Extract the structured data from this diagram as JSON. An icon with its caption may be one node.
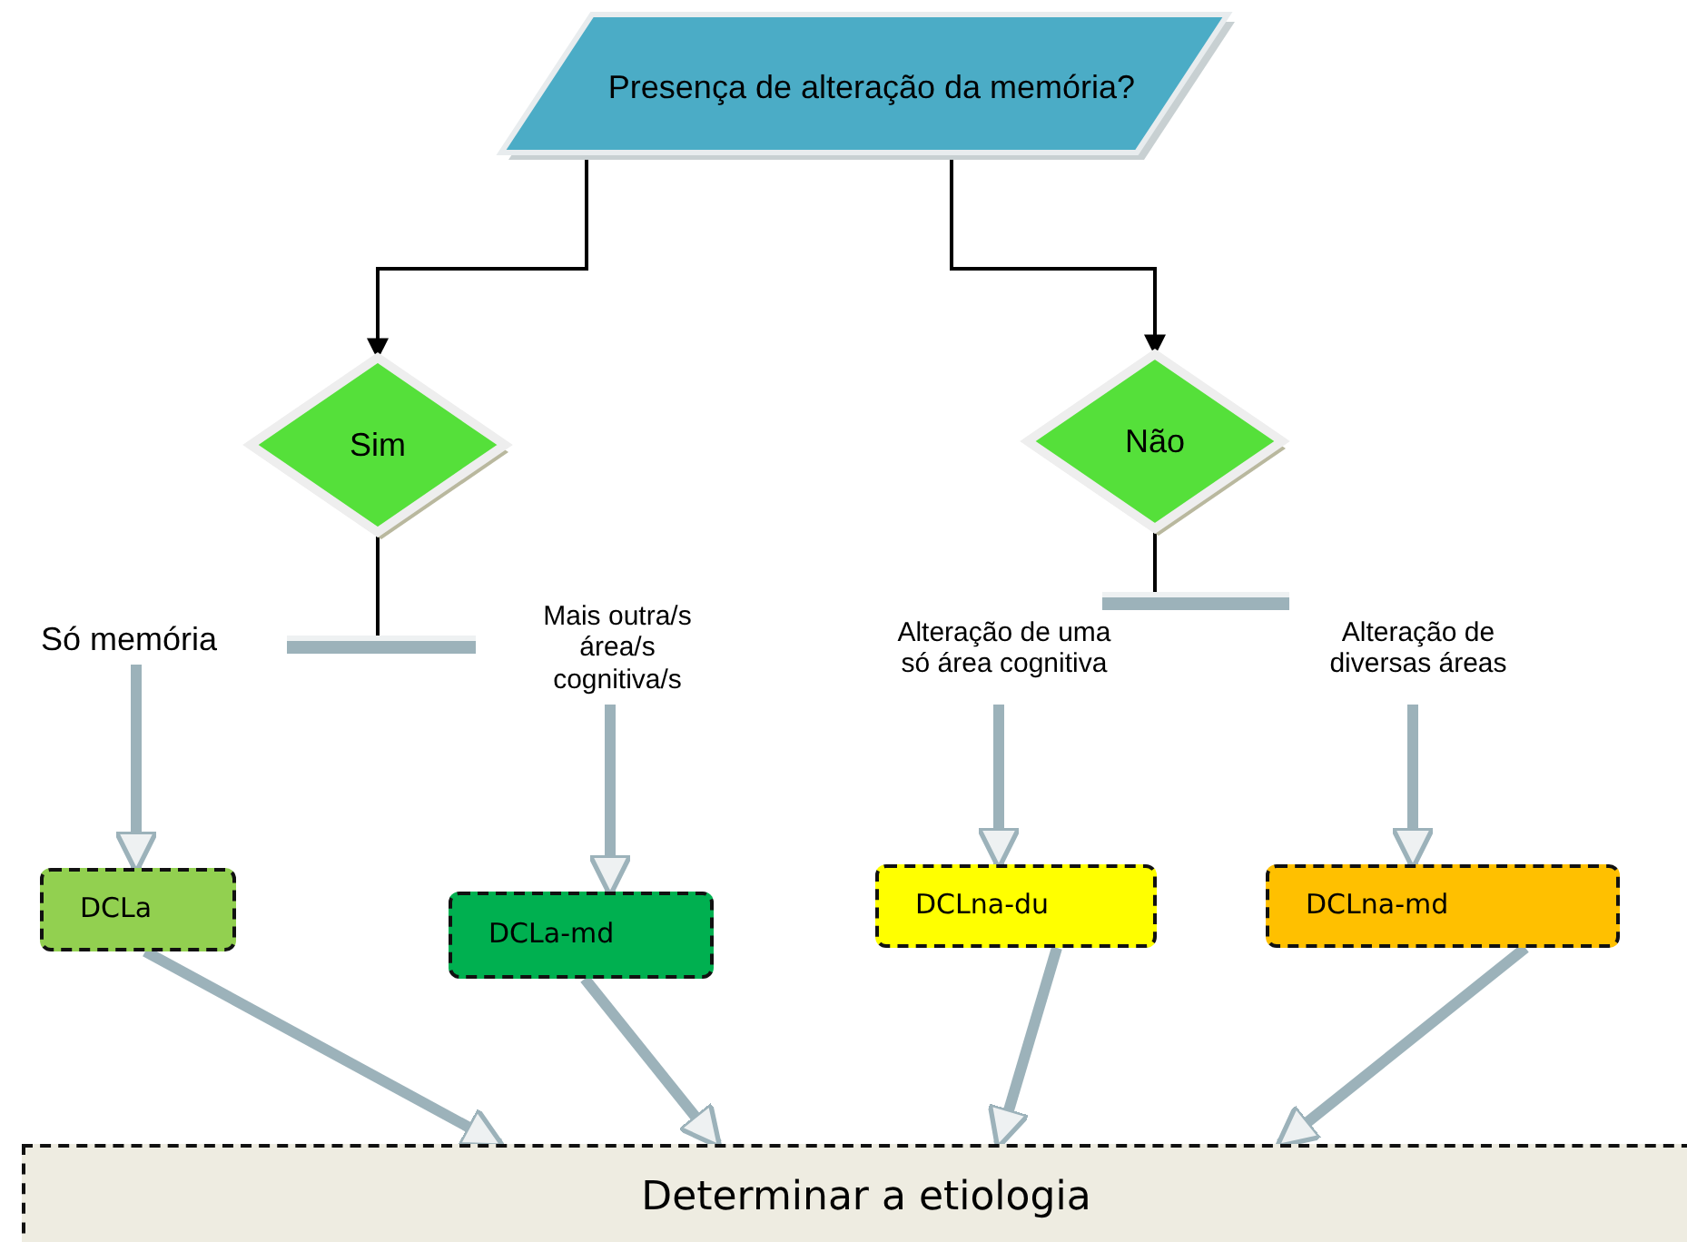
{
  "diagram": {
    "nodes": [
      {
        "text": [
          "Presença de alteração da memória?"
        ]
      },
      {
        "text": [
          "Sim"
        ]
      },
      {
        "text": [
          "Não"
        ]
      },
      {
        "text": [],
        "shape": "bar"
      },
      {
        "text": [],
        "shape": "bar"
      },
      {
        "text": [
          "Só memória"
        ]
      },
      {
        "text": [
          "Mais outra/s área/s cognitiva/s"
        ]
      },
      {
        "text": [
          "Alteração de uma só área cognitiva"
        ]
      },
      {
        "text": [
          "Alteração de diversas áreas"
        ]
      },
      {
        "text": [
          "DCLa"
        ]
      },
      {
        "text": [
          "DCLa-md"
        ]
      },
      {
        "text": [
          "DCLna-du"
        ]
      },
      {
        "text": [
          "DCLna-md"
        ]
      },
      {
        "text": [
          "Determinar a etiologia"
        ]
      }
    ],
    "edges": [
      {
        "from": 0,
        "to": 1,
        "arrow": "to",
        "color": "#000000"
      },
      {
        "from": 0,
        "to": 2,
        "arrow": "to",
        "color": "#000000"
      },
      {
        "from": 1,
        "to": 3,
        "arrow": "none",
        "color": "#000000"
      },
      {
        "from": 2,
        "to": 4,
        "arrow": "none",
        "color": "#000000"
      },
      {
        "from": 5,
        "to": 9,
        "arrow": "to"
      },
      {
        "from": 6,
        "to": 10,
        "arrow": "to"
      },
      {
        "from": 7,
        "to": 11,
        "arrow": "to"
      },
      {
        "from": 8,
        "to": 12,
        "arrow": "to"
      },
      {
        "from": 9,
        "to": 13,
        "arrow": "to"
      },
      {
        "from": 10,
        "to": 13,
        "arrow": "to"
      },
      {
        "from": 11,
        "to": 13,
        "arrow": "to"
      },
      {
        "from": 12,
        "to": 13,
        "arrow": "to"
      }
    ]
  }
}
